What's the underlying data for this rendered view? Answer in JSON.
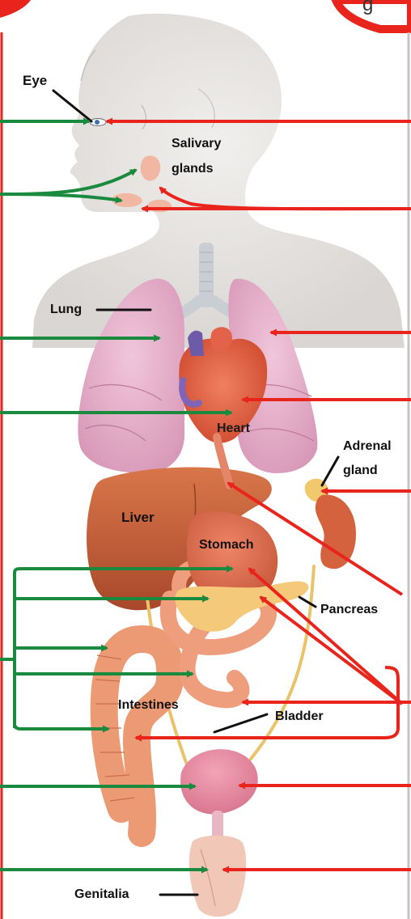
{
  "labels": {
    "eye": "Eye",
    "salivary_1": "Salivary",
    "salivary_2": "glands",
    "lung": "Lung",
    "heart": "Heart",
    "adrenal_1": "Adrenal",
    "adrenal_2": "gland",
    "liver": "Liver",
    "stomach": "Stomach",
    "pancreas": "Pancreas",
    "intestines": "Intestines",
    "bladder": "Bladder",
    "genitalia": "Genitalia",
    "corner_fragment": "g"
  },
  "colors": {
    "parasympathetic_arrow": "#1a8a3e",
    "sympathetic_arrow": "#e8241c",
    "body_outline": "#e03020",
    "skin": "#e8e6e4",
    "lung": "#e7b3cc",
    "liver": "#c8633c",
    "intestine": "#ec9a74"
  }
}
